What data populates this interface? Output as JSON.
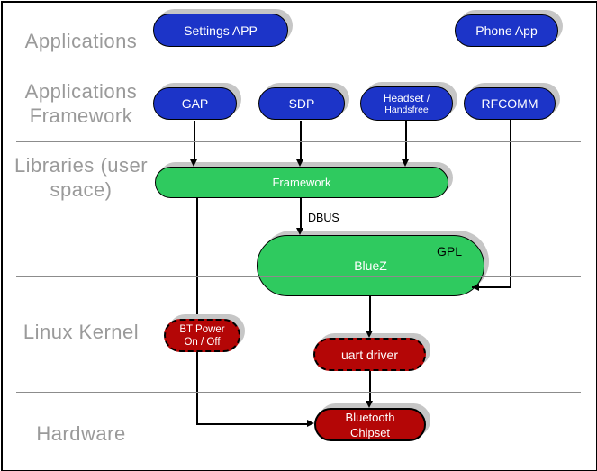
{
  "diagram": {
    "layers": {
      "applications": "Applications",
      "app_framework_line1": "Applications",
      "app_framework_line2": "Framework",
      "libraries_line1": "Libraries",
      "libraries_line2": "(user space)",
      "linux_kernel": "Linux Kernel",
      "hardware": "Hardware"
    },
    "nodes": {
      "settings_app": "Settings APP",
      "phone_app": "Phone App",
      "gap": "GAP",
      "sdp": "SDP",
      "headset_line1": "Headset /",
      "headset_line2": "Handsfree",
      "rfcomm": "RFCOMM",
      "framework": "Framework",
      "bluez": "BlueZ",
      "gpl_tag": "GPL",
      "bt_power_line1": "BT Power",
      "bt_power_line2": "On / Off",
      "uart_driver": "uart driver",
      "chipset_line1": "Bluetooth",
      "chipset_line2": "Chipset"
    },
    "edge_labels": {
      "dbus": "DBUS"
    },
    "colors": {
      "app_node": "#1c34c8",
      "library_node": "#2fca5f",
      "kernel_node": "#b40606",
      "shadow": "#c6c6c6",
      "divider": "#8c8c8c",
      "layer_label": "#9a9a9a"
    }
  }
}
